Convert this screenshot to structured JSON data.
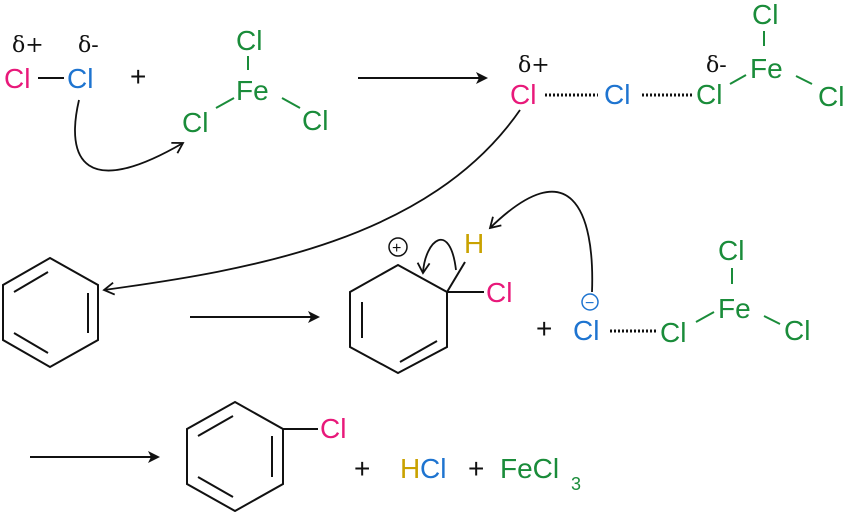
{
  "title": "Electrophilic aromatic chlorination with FeCl3",
  "colors": {
    "electrophile_cl": "#e8197a",
    "leaving_cl": "#1e74d0",
    "iron_chloride": "#1a8c3a",
    "hydrogen": "#c9a200"
  },
  "step1": {
    "delta_plus": "δ+",
    "delta_minus": "δ-",
    "cl_a": "Cl",
    "cl_b": "Cl",
    "plus": "+",
    "fe": "Fe",
    "fe_cl_top": "Cl",
    "fe_cl_left": "Cl",
    "fe_cl_right": "Cl"
  },
  "complex": {
    "delta_plus": "δ+",
    "delta_minus": "δ-",
    "cl_a": "Cl",
    "cl_b": "Cl",
    "cl_c": "Cl",
    "fe": "Fe",
    "fe_cl_top": "Cl",
    "fe_cl_right": "Cl"
  },
  "step2": {
    "charge_plus": "+",
    "h": "H",
    "cl": "Cl",
    "plus": "+",
    "charge_minus": "−",
    "cl_anion": "Cl",
    "cl_bridge": "Cl",
    "fe": "Fe",
    "fe_cl_top": "Cl",
    "fe_cl_right": "Cl"
  },
  "products": {
    "cl": "Cl",
    "plus1": "+",
    "hcl_h": "H",
    "hcl_cl": "Cl",
    "plus2": "+",
    "fecl": "FeCl",
    "fecl_sub": "3"
  }
}
